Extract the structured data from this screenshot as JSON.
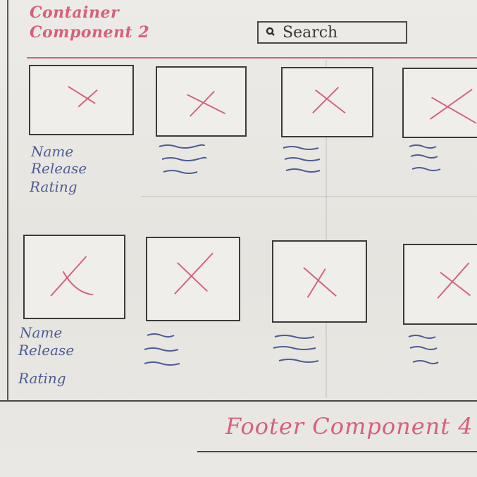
{
  "container": {
    "title": "Container Component 2"
  },
  "search": {
    "placeholder": "Search"
  },
  "rows": [
    {
      "cards": [
        {
          "meta": [
            "Name",
            "Release",
            "Rating"
          ]
        },
        {
          "meta": []
        },
        {
          "meta": []
        },
        {
          "meta": []
        }
      ]
    },
    {
      "cards": [
        {
          "meta": [
            "Name",
            "Release",
            "Rating"
          ]
        },
        {
          "meta": []
        },
        {
          "meta": []
        },
        {
          "meta": []
        }
      ]
    }
  ],
  "footer": {
    "title": "Footer Component 4"
  },
  "colors": {
    "accent": "#d6607a",
    "ink": "#4d5c94",
    "pencil": "#3d3b39"
  },
  "icons": {
    "search": "magnifier-icon",
    "placeholder_image": "cross-icon"
  }
}
